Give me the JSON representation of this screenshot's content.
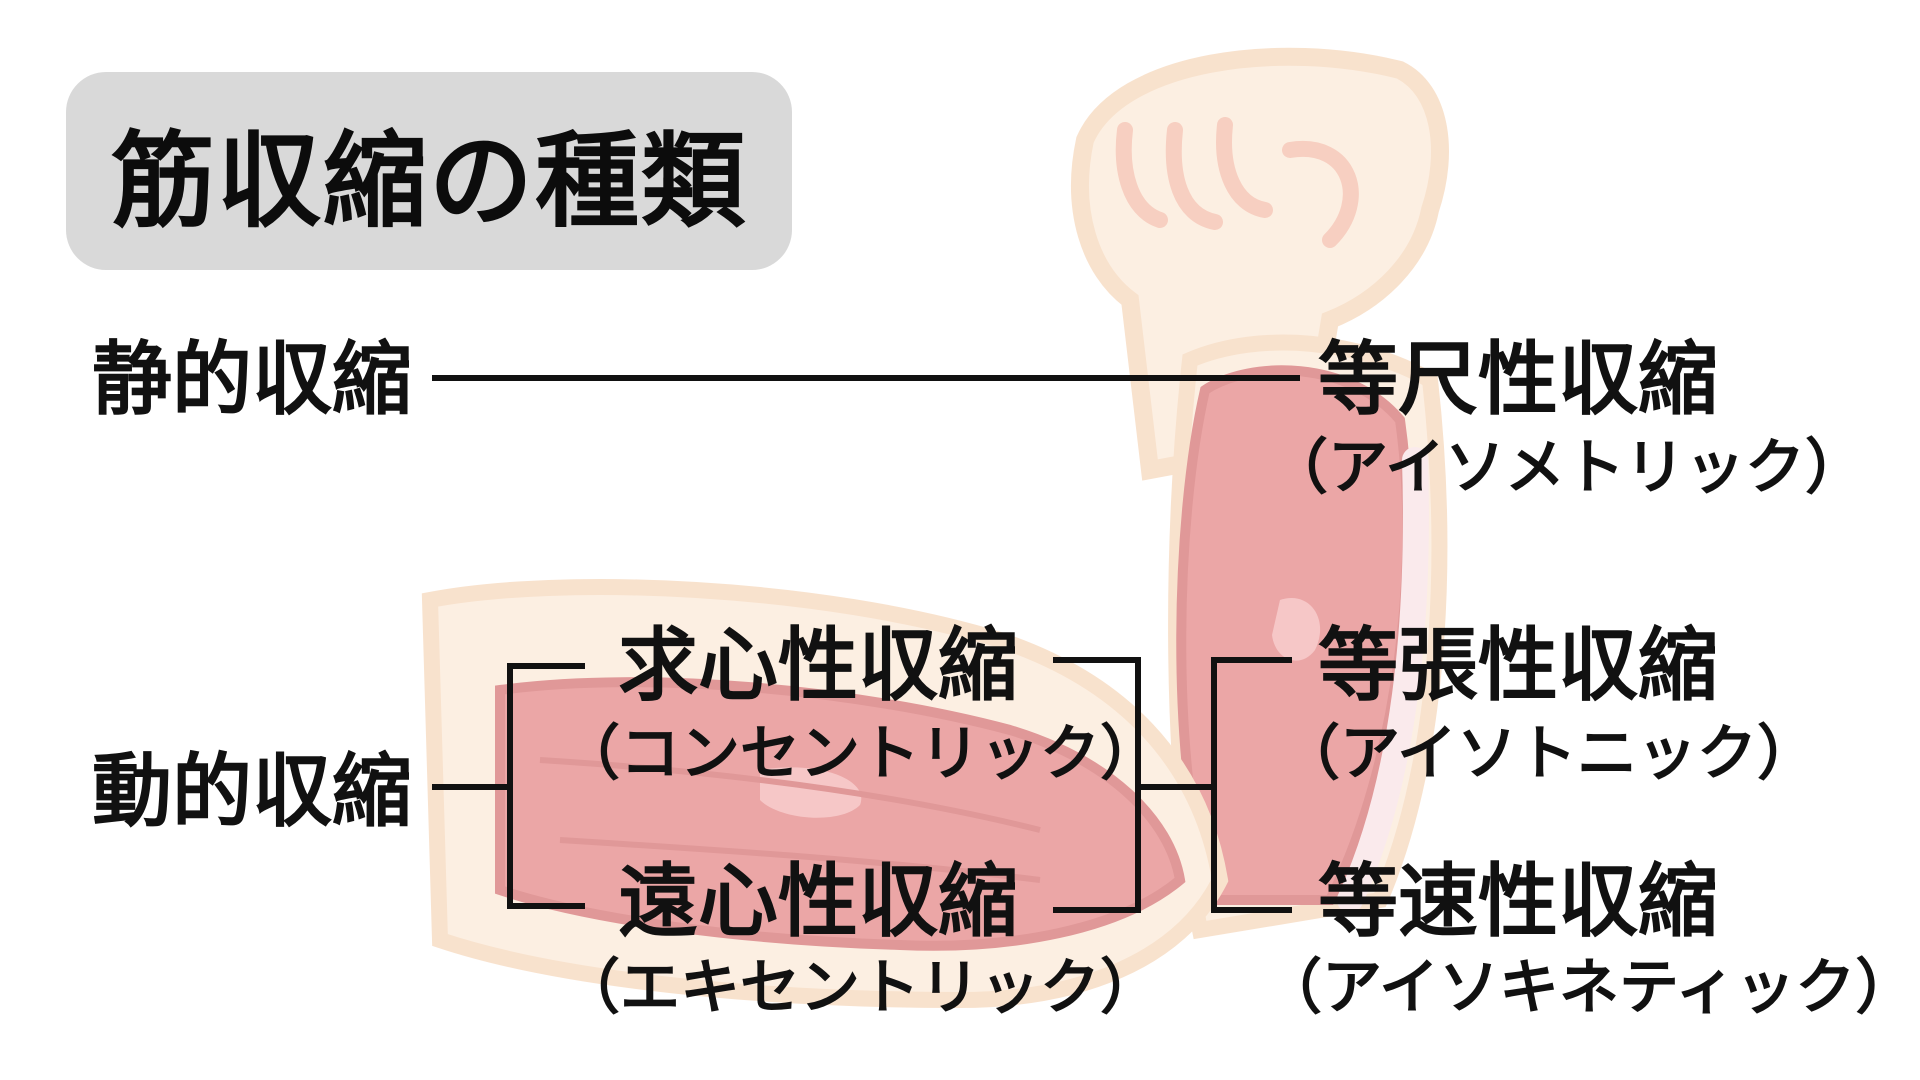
{
  "title": "筋収縮の種類",
  "colors": {
    "title_box": "#d9d9d9",
    "line": "#111111",
    "skin": "#fbe3cb",
    "skin_outline": "#f4cba6",
    "muscle": "#dc5e5e",
    "muscle_dark": "#c74545",
    "muscle_light": "#ef9b9b"
  },
  "diagram": {
    "static": {
      "label": "静的収縮",
      "child": {
        "label": "等尺性収縮",
        "sub": "（アイソメトリック）"
      }
    },
    "dynamic": {
      "label": "動的収縮",
      "concentric": {
        "label": "求心性収縮",
        "sub": "（コンセントリック）"
      },
      "eccentric": {
        "label": "遠心性収縮",
        "sub": "（エキセントリック）"
      },
      "isotonic": {
        "label": "等張性収縮",
        "sub": "（アイソトニック）"
      },
      "isokinetic": {
        "label": "等速性収縮",
        "sub": "（アイソキネティック）"
      }
    }
  },
  "background_art": {
    "icon": "flexed-arm-muscle-illustration"
  }
}
